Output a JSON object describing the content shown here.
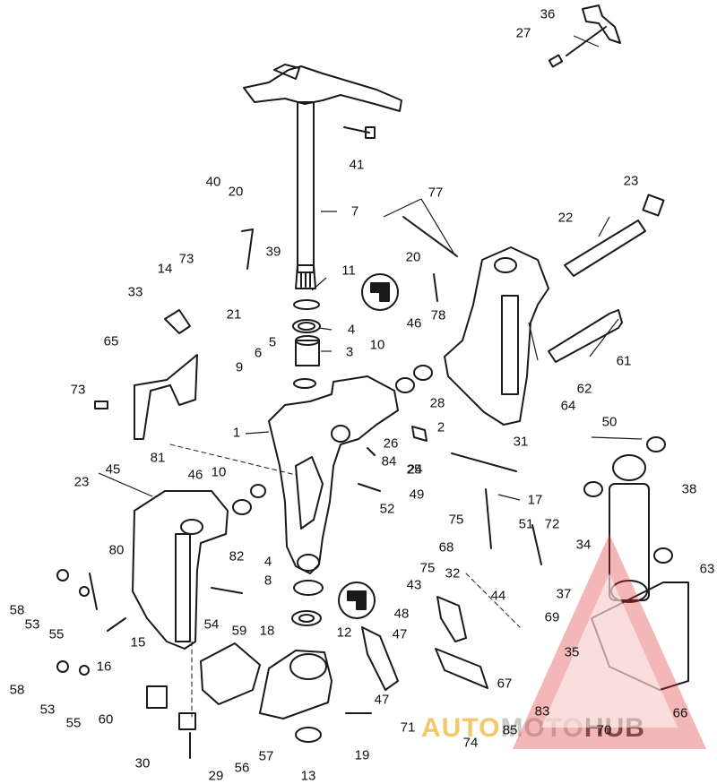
{
  "diagram": {
    "callouts": [
      "36",
      "27",
      "41",
      "7",
      "40",
      "20",
      "39",
      "77",
      "23",
      "22",
      "11",
      "73",
      "14",
      "33",
      "4",
      "3",
      "5",
      "21",
      "65",
      "6",
      "9",
      "10",
      "46",
      "20",
      "78",
      "61",
      "62",
      "64",
      "73",
      "28",
      "2",
      "1",
      "26",
      "25",
      "31",
      "84",
      "81",
      "45",
      "46",
      "10",
      "23",
      "49",
      "52",
      "75",
      "17",
      "82",
      "51",
      "72",
      "34",
      "63",
      "80",
      "68",
      "4",
      "8",
      "32",
      "44",
      "58",
      "53",
      "55",
      "54",
      "59",
      "15",
      "16",
      "48",
      "69",
      "47",
      "37",
      "35",
      "18",
      "12",
      "67",
      "83",
      "58",
      "53",
      "55",
      "60",
      "47",
      "30",
      "29",
      "56",
      "57",
      "19",
      "13",
      "71",
      "74",
      "85",
      "70",
      "66",
      "50",
      "38",
      "75",
      "43",
      "24"
    ]
  },
  "watermark": {
    "part1": "AUTO",
    "part2": "MOTO",
    "part3": "HUB",
    "accent": "#e03030"
  }
}
